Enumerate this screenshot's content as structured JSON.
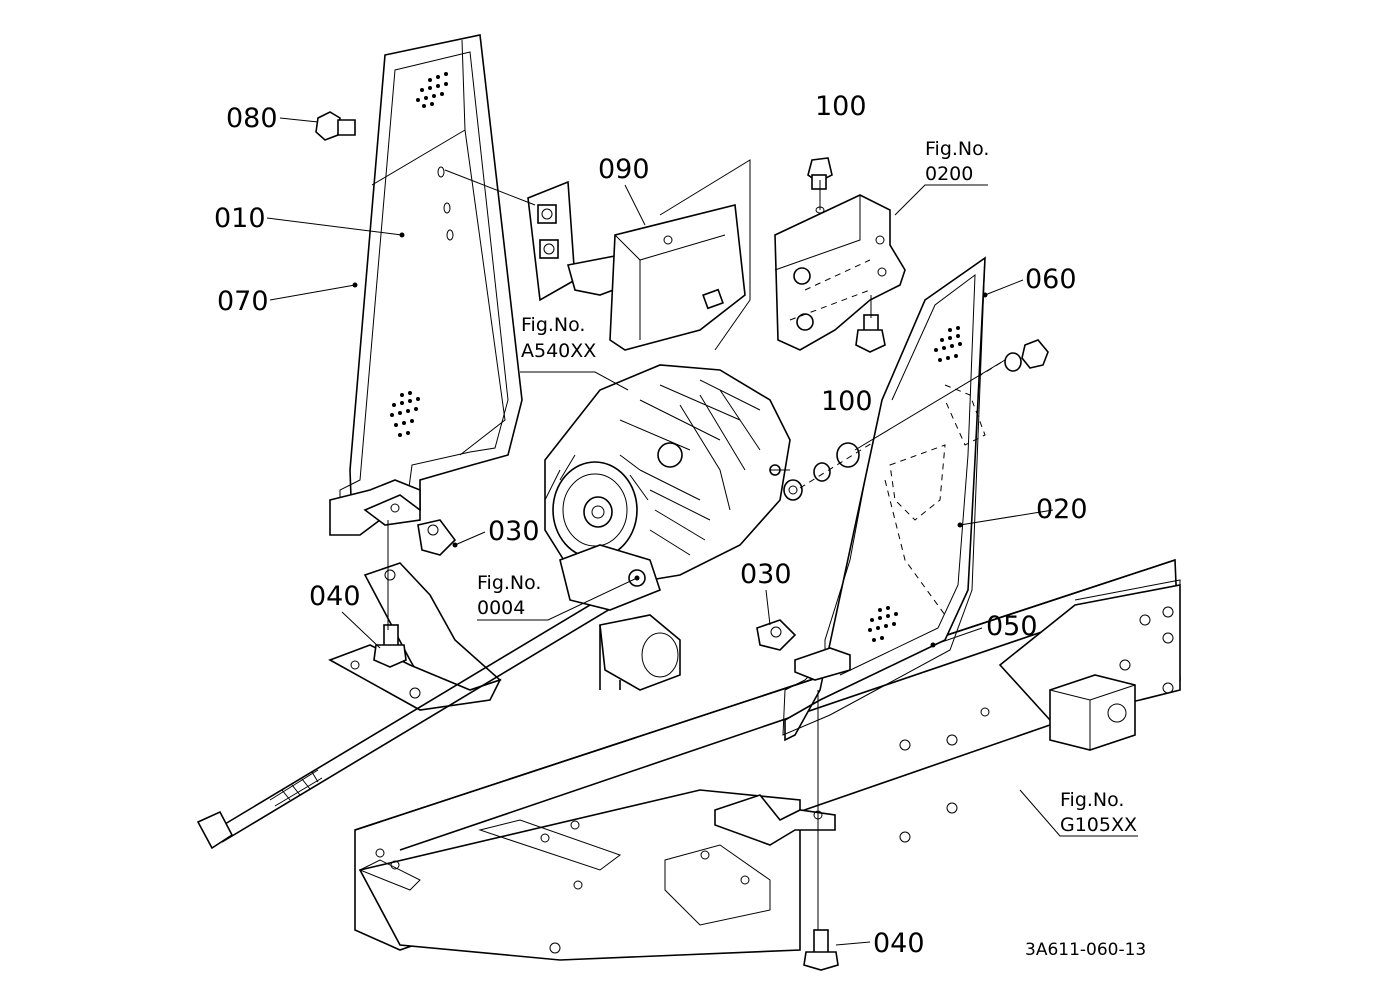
{
  "labels": {
    "p080": "080",
    "p010": "010",
    "p070": "070",
    "p090": "090",
    "p100_top": "100",
    "p100_mid": "100",
    "p060": "060",
    "p020": "020",
    "p030_left": "030",
    "p030_right": "030",
    "p040_left": "040",
    "p040_bottom": "040",
    "p050": "050"
  },
  "figure_refs": {
    "r0200": {
      "title": "Fig.No.",
      "number": "0200"
    },
    "rA540": {
      "title": "Fig.No.",
      "number": "A540XX"
    },
    "r0004": {
      "title": "Fig.No.",
      "number": "0004"
    },
    "rG105": {
      "title": "Fig.No.",
      "number": "G105XX"
    }
  },
  "drawing_code": "3A611-060-13"
}
